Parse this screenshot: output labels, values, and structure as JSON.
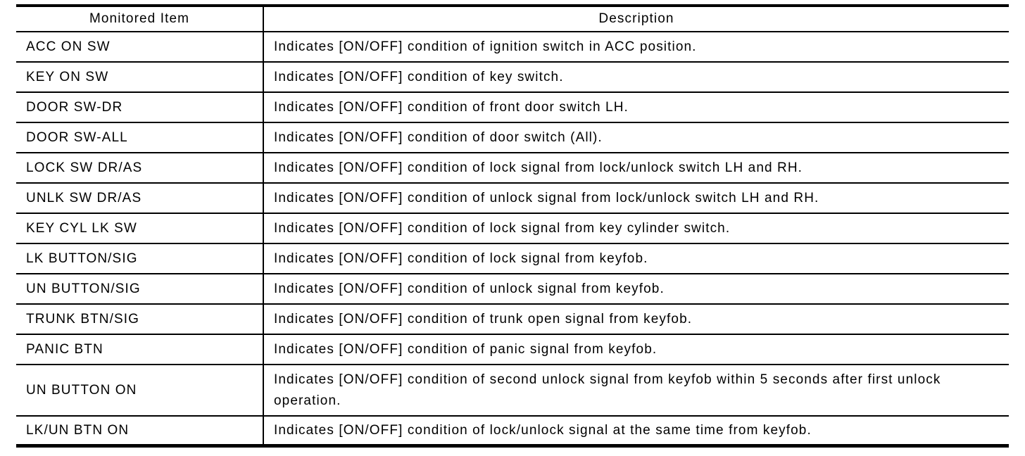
{
  "table": {
    "columns": [
      {
        "label": "Monitored Item"
      },
      {
        "label": "Description"
      }
    ],
    "rows": [
      {
        "item": "ACC ON SW",
        "description": "Indicates [ON/OFF] condition of ignition switch in ACC position."
      },
      {
        "item": "KEY ON SW",
        "description": "Indicates [ON/OFF] condition of key switch."
      },
      {
        "item": "DOOR SW-DR",
        "description": "Indicates [ON/OFF] condition of front door switch LH."
      },
      {
        "item": "DOOR SW-ALL",
        "description": "Indicates [ON/OFF] condition of door switch (All)."
      },
      {
        "item": "LOCK SW DR/AS",
        "description": "Indicates [ON/OFF] condition of lock signal from lock/unlock switch LH and RH."
      },
      {
        "item": "UNLK SW DR/AS",
        "description": "Indicates [ON/OFF] condition of unlock signal from lock/unlock switch LH and RH."
      },
      {
        "item": "KEY CYL LK SW",
        "description": "Indicates [ON/OFF] condition of lock signal from key cylinder switch."
      },
      {
        "item": "LK BUTTON/SIG",
        "description": "Indicates [ON/OFF] condition of lock signal from keyfob."
      },
      {
        "item": "UN BUTTON/SIG",
        "description": "Indicates [ON/OFF] condition of unlock signal from keyfob."
      },
      {
        "item": "TRUNK BTN/SIG",
        "description": "Indicates [ON/OFF] condition of trunk open signal from keyfob."
      },
      {
        "item": "PANIC BTN",
        "description": "Indicates [ON/OFF] condition of panic signal from keyfob."
      },
      {
        "item": "UN BUTTON ON",
        "description": "Indicates [ON/OFF] condition of second unlock signal from keyfob within 5 seconds after first unlock operation."
      },
      {
        "item": "LK/UN BTN ON",
        "description": "Indicates [ON/OFF] condition of lock/unlock signal at the same time from keyfob."
      }
    ]
  }
}
